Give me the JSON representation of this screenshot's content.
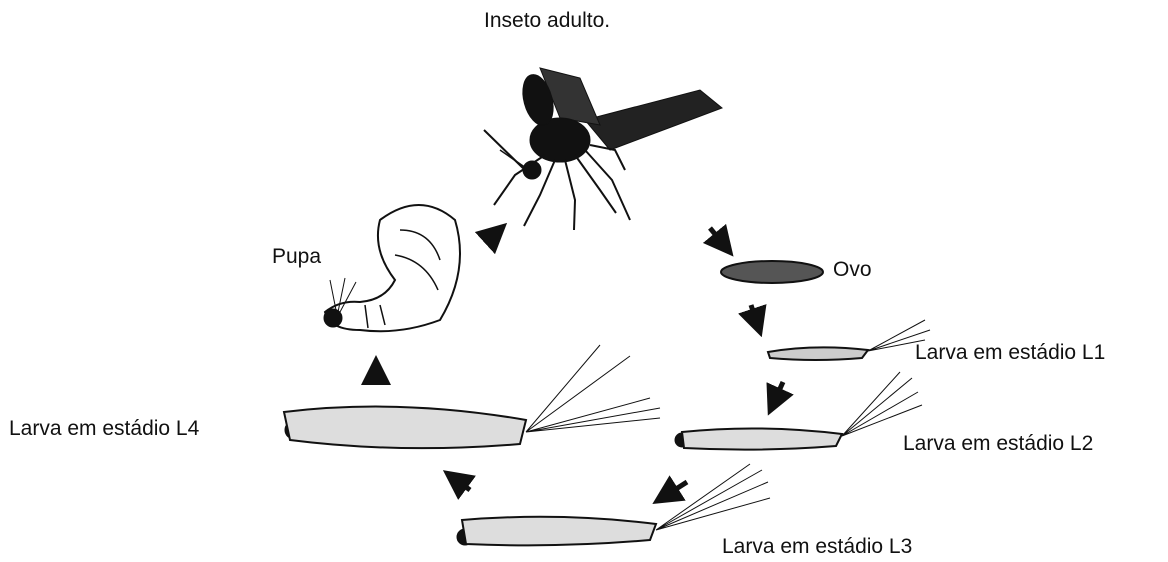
{
  "diagram": {
    "stages": {
      "adult": "Inseto adulto.",
      "egg": "Ovo",
      "l1": "Larva em estádio L1",
      "l2": "Larva em estádio L2",
      "l3": "Larva em estádio L3",
      "l4": "Larva em estádio L4",
      "pupa": "Pupa"
    },
    "colors": {
      "ink": "#111111",
      "egg": "#555555",
      "background": "#ffffff"
    }
  }
}
